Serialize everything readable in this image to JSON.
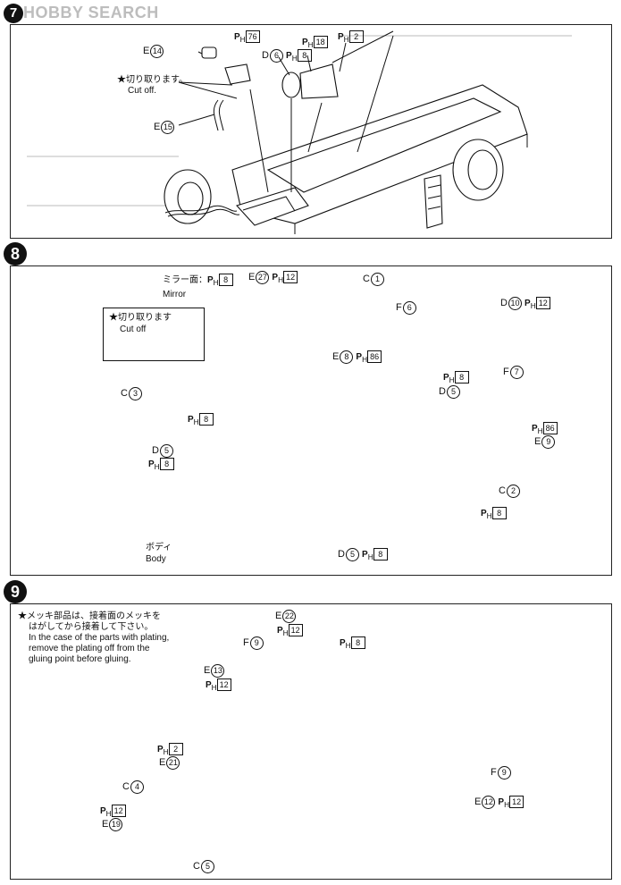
{
  "watermark": {
    "logo": "H",
    "text": "HOBBY SEARCH"
  },
  "step7": {
    "number": "7",
    "note_jp": "★切り取ります。",
    "note_en": "Cut off.",
    "parts": [
      {
        "letter": "E",
        "num": "14",
        "ph": "76"
      },
      {
        "letter": "E",
        "num": "15"
      },
      {
        "letter": "D",
        "num": "6",
        "ph": "8"
      },
      {
        "ph": "18"
      },
      {
        "ph": "2"
      }
    ]
  },
  "step8": {
    "number": "8",
    "mirror_jp": "ミラー面：",
    "mirror_en": "Mirror",
    "mirror_ph": "8",
    "cut_jp": "★切り取ります",
    "cut_en": "Cut off",
    "body_jp": "ボディ",
    "body_en": "Body",
    "parts": [
      {
        "letter": "E",
        "num": "27",
        "ph": "12"
      },
      {
        "letter": "C",
        "num": "1"
      },
      {
        "letter": "F",
        "num": "6"
      },
      {
        "letter": "D",
        "num": "10",
        "ph": "12"
      },
      {
        "letter": "E",
        "num": "8",
        "ph": "86"
      },
      {
        "letter": "C",
        "num": "3",
        "ph": "8"
      },
      {
        "letter": "D",
        "num": "5",
        "ph": "8"
      },
      {
        "letter": "F",
        "num": "7"
      },
      {
        "letter": "D",
        "num": "5",
        "ph": "8"
      },
      {
        "letter": "E",
        "num": "9",
        "ph": "86"
      },
      {
        "letter": "C",
        "num": "2",
        "ph": "8"
      },
      {
        "letter": "D",
        "num": "5",
        "ph": "8"
      }
    ]
  },
  "step9": {
    "number": "9",
    "note_jp_1": "★メッキ部品は、接着面のメッキを",
    "note_jp_2": "はがしてから接着して下さい。",
    "note_en_1": "In the case of the parts with plating,",
    "note_en_2": "remove the plating off from the",
    "note_en_3": "gluing point before gluing.",
    "parts": [
      {
        "letter": "E",
        "num": "22",
        "ph": "12"
      },
      {
        "ph": "8"
      },
      {
        "letter": "F",
        "num": "9"
      },
      {
        "letter": "E",
        "num": "13",
        "ph": "12"
      },
      {
        "letter": "E",
        "num": "21",
        "ph": "2"
      },
      {
        "letter": "C",
        "num": "4"
      },
      {
        "letter": "E",
        "num": "19",
        "ph": "12"
      },
      {
        "letter": "C",
        "num": "5"
      },
      {
        "letter": "F",
        "num": "9"
      },
      {
        "letter": "E",
        "num": "12",
        "ph": "12"
      }
    ]
  }
}
